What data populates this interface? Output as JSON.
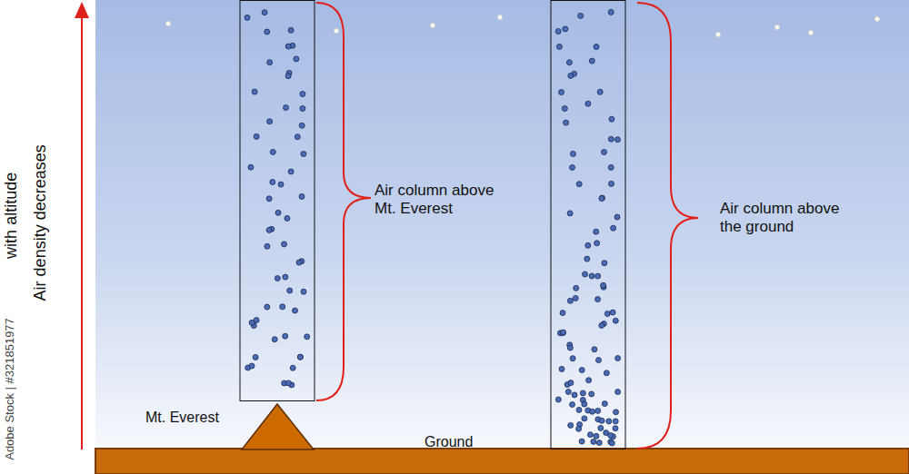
{
  "diagram": {
    "labels": [
      "Air density decreases",
      "with altitude",
      "Adobe Stock | #321851977",
      "Air column above Mt. Everest",
      "Air column above the ground",
      "Mt. Everest",
      "Ground"
    ]
  }
}
